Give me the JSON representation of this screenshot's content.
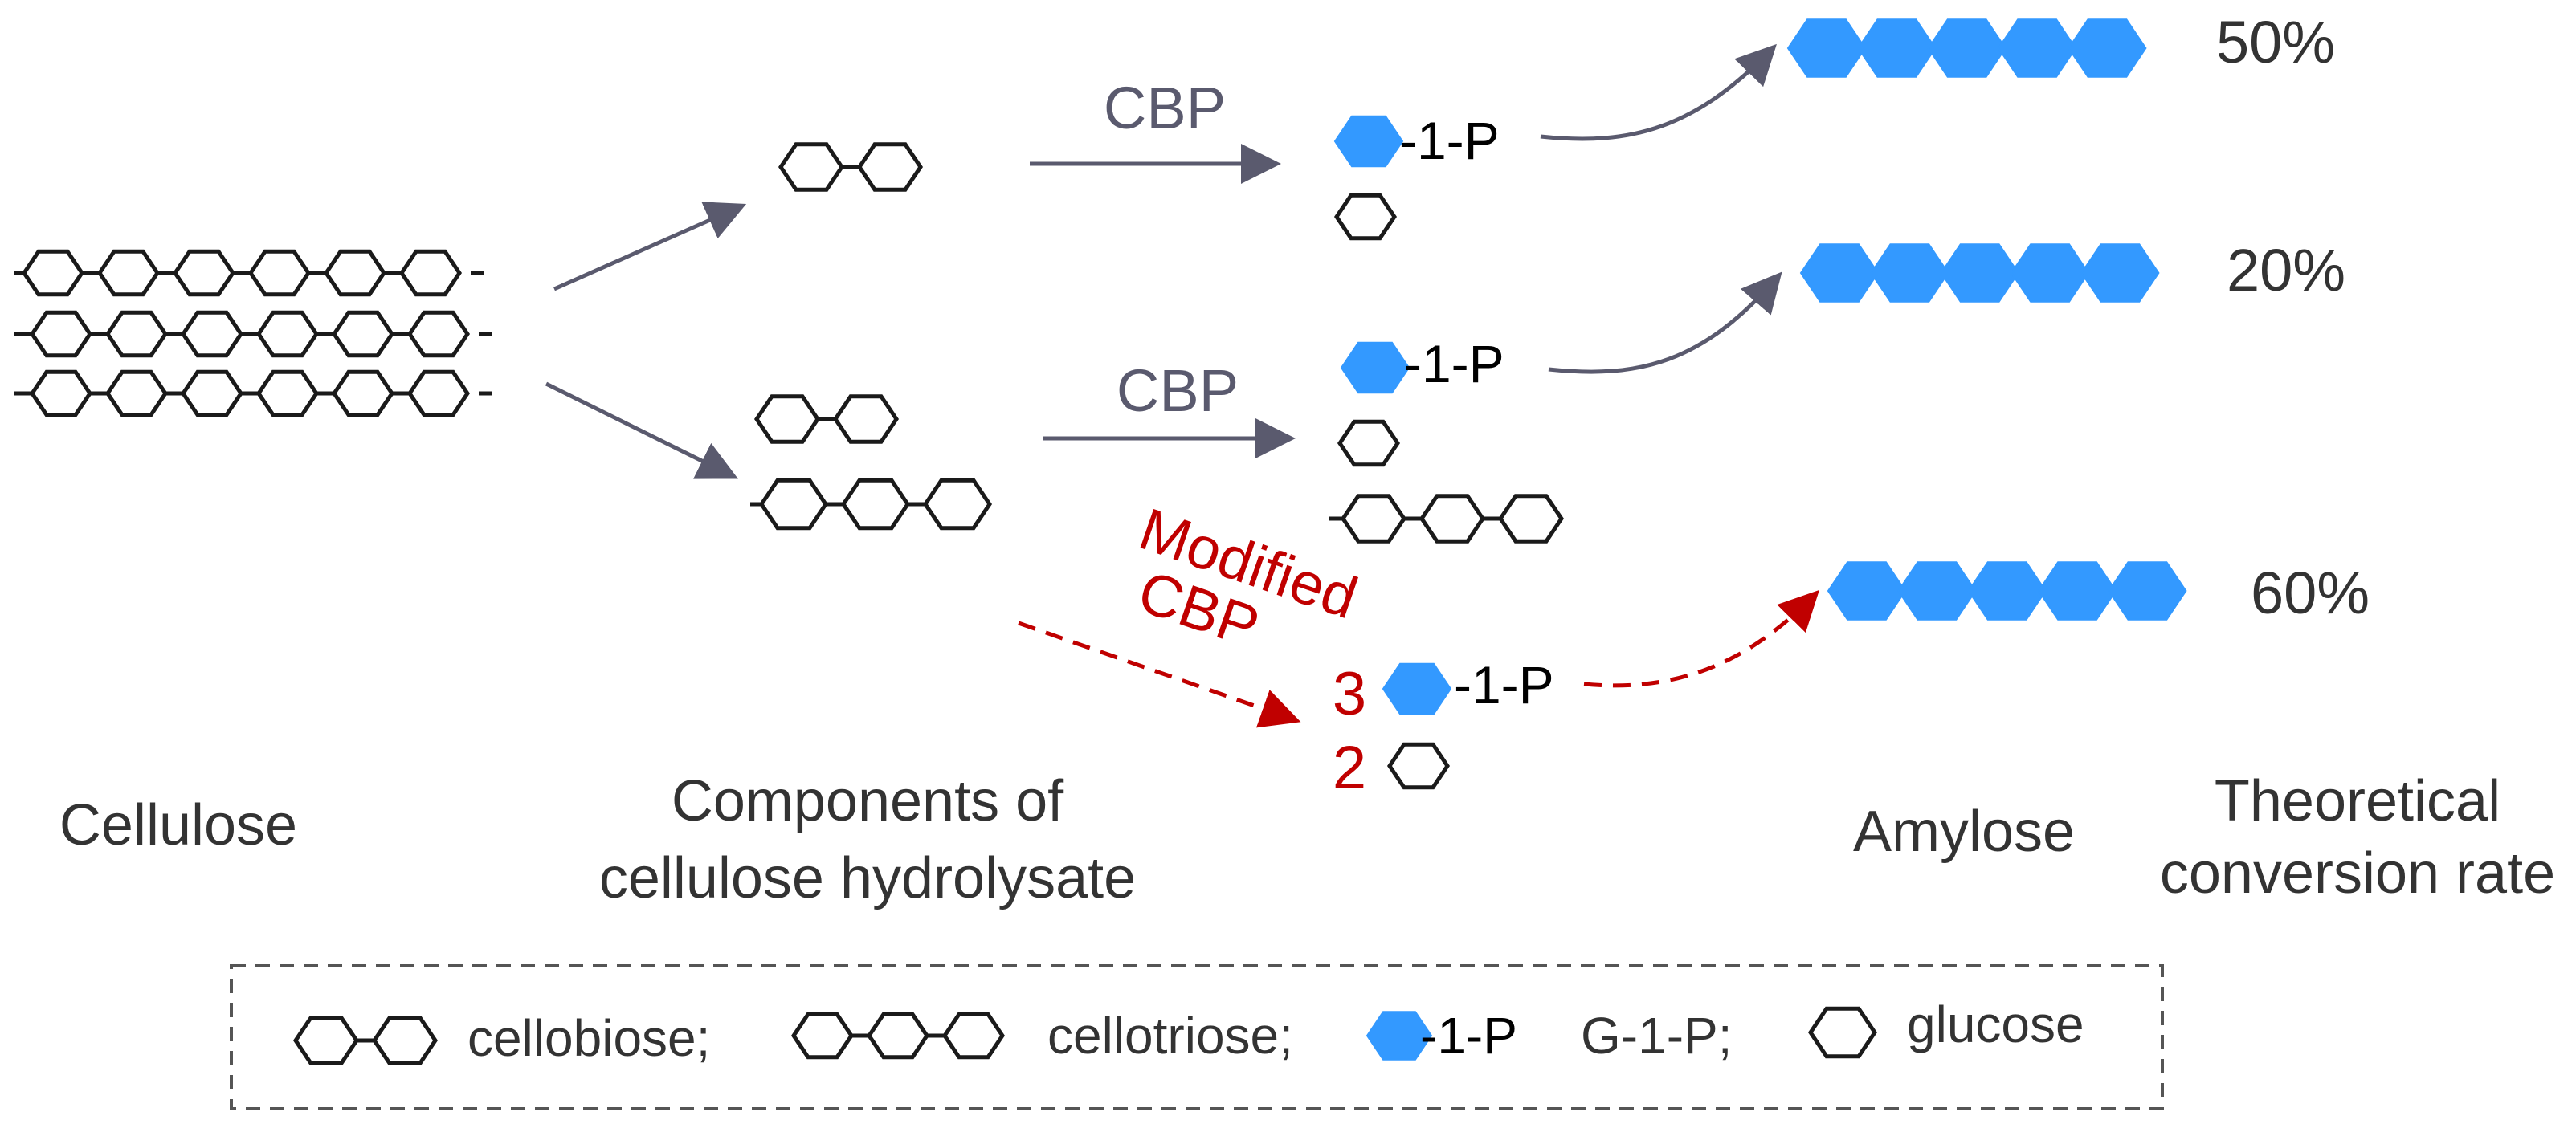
{
  "colors": {
    "glucose_unit_fill": "#3399ff",
    "outline": "#1a1a1a",
    "arrow": "#5a5a6e",
    "modified_route": "#c00000",
    "label_text": "#333333"
  },
  "columns": {
    "cellulose": "Cellulose",
    "hydrolysate_line1": "Components of",
    "hydrolysate_line2": "cellulose hydrolysate",
    "amylose": "Amylose",
    "rate_line1": "Theoretical",
    "rate_line2": "conversion rate"
  },
  "routes": [
    {
      "enzyme": "CBP",
      "product_suffix": "-1-P",
      "conversion_rate": "50%"
    },
    {
      "enzyme": "CBP",
      "product_suffix": "-1-P",
      "conversion_rate": "20%"
    },
    {
      "enzyme_line1": "Modified",
      "enzyme_line2": "CBP",
      "product_suffix": "-1-P",
      "g1p_count": "3",
      "glucose_count": "2",
      "conversion_rate": "60%"
    }
  ],
  "legend": {
    "cellobiose": "cellobiose;",
    "cellotriose": "cellotriose;",
    "g1p_suffix": "-1-P",
    "g1p": "G-1-P;",
    "glucose": "glucose"
  },
  "icons": [
    "cellulose-chain-icon",
    "cellobiose-icon",
    "cellotriose-icon",
    "glucose-icon",
    "g1p-hexagon-icon",
    "amylose-chain-icon"
  ]
}
